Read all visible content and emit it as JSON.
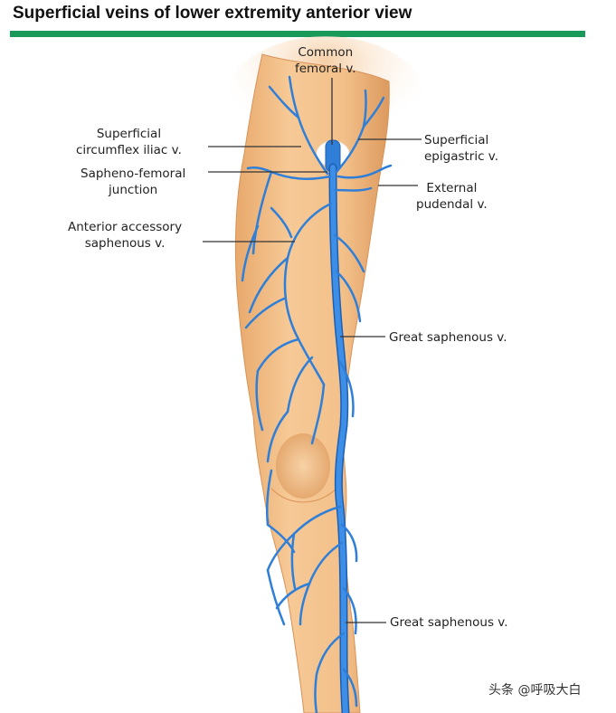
{
  "title": "Superficial veins of lower extremity anterior view",
  "labels": {
    "common_femoral": [
      "Common",
      "femoral v."
    ],
    "superficial_circumflex_iliac": [
      "Superficial",
      "circumflex iliac v."
    ],
    "sapheno_femoral": [
      "Sapheno-femoral",
      "junction"
    ],
    "anterior_accessory": [
      "Anterior accessory",
      "saphenous v."
    ],
    "superficial_epigastric": [
      "Superficial",
      "epigastric v."
    ],
    "external_pudendal": [
      "External",
      "pudendal v."
    ],
    "great_saphenous_thigh": "Great saphenous v.",
    "great_saphenous_leg": "Great saphenous v."
  },
  "watermark": "头条 @呼吸大白",
  "colors": {
    "title_bar": "#1a9a5a",
    "skin": "#f3c08a",
    "skin_shadow": "#e0a066",
    "vein": "#2f7fd8",
    "vein_dark": "#1d5fb5",
    "leader_line": "#333333"
  }
}
